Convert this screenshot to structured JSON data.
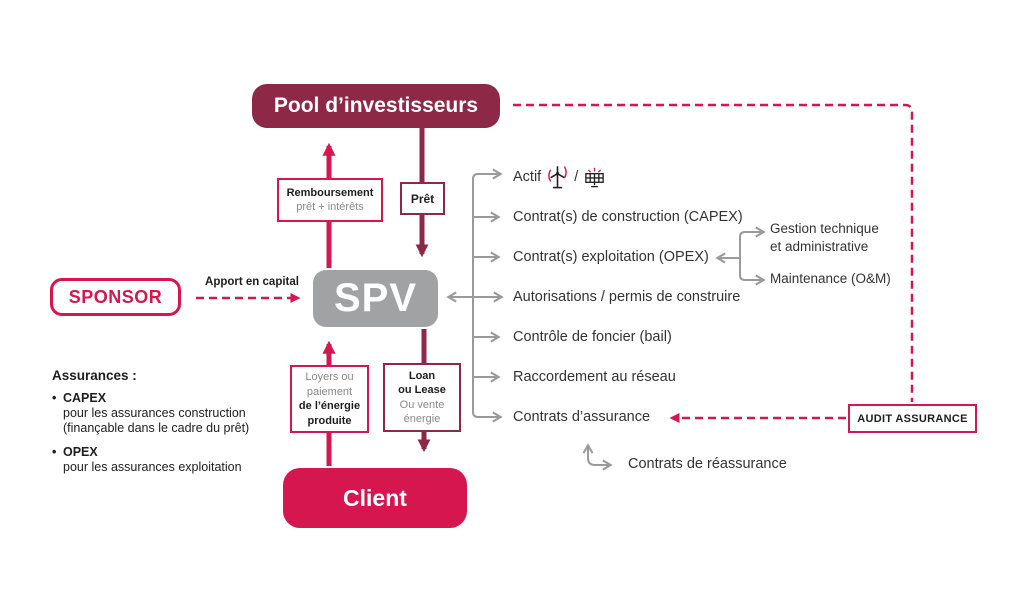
{
  "colors": {
    "crimson": "#d5164f",
    "maroon": "#8d2946",
    "spv_gray": "#a1a2a4",
    "line_gray": "#9a9a9a"
  },
  "nodes": {
    "pool": {
      "label": "Pool d’investisseurs"
    },
    "sponsor": {
      "label": "SPONSOR"
    },
    "spv": {
      "label": "SPV"
    },
    "client": {
      "label": "Client"
    },
    "audit": {
      "label": "AUDIT ASSURANCE"
    }
  },
  "edges": {
    "remboursement": {
      "line1": "Remboursement",
      "line2": "prêt + intérêts"
    },
    "pret": {
      "label": "Prêt"
    },
    "apport": {
      "label": "Apport en capital"
    },
    "loyers": {
      "line1": "Loyers ou",
      "line2": "paiement",
      "line3": "de l’énergie",
      "line4": "produite"
    },
    "loan": {
      "line1": "Loan",
      "line2": "ou Lease",
      "line3": "Ou vente",
      "line4": "énergie"
    }
  },
  "right_items": [
    {
      "label": "Actif"
    },
    {
      "label": "Contrat(s) de construction (CAPEX)"
    },
    {
      "label": "Contrat(s) exploitation (OPEX)"
    },
    {
      "label": "Autorisations / permis de construire"
    },
    {
      "label": "Contrôle de foncier (bail)"
    },
    {
      "label": "Raccordement au réseau"
    },
    {
      "label": "Contrats d’assurance"
    }
  ],
  "actif_icons": {
    "separator": "/"
  },
  "opex_detail": {
    "gestion_line1": "Gestion technique",
    "gestion_line2": "et administrative",
    "maintenance": "Maintenance (O&M)"
  },
  "reassurance": {
    "label": "Contrats de réassurance"
  },
  "assurances": {
    "title": "Assurances :",
    "bullet": "•",
    "capex_title": "CAPEX",
    "capex_line1": "pour les assurances construction",
    "capex_line2": "(finançable dans le cadre du prêt)",
    "opex_title": "OPEX",
    "opex_line": "pour les assurances exploitation"
  }
}
